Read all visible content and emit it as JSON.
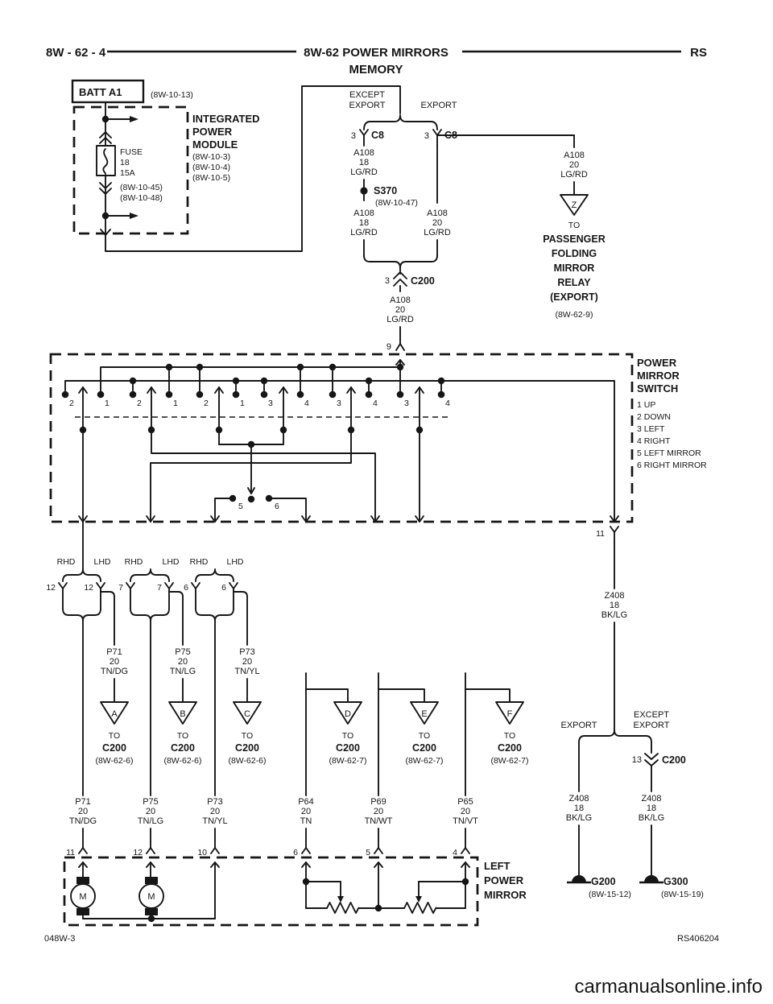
{
  "header": {
    "page_code": "8W - 62 - 4",
    "title": "8W-62 POWER MIRRORS",
    "subtitle": "MEMORY",
    "series_code": "RS"
  },
  "battery": {
    "label": "BATT A1",
    "ref": "(8W-10-13)"
  },
  "ipm": {
    "name": [
      "INTEGRATED",
      "POWER",
      "MODULE"
    ],
    "refs": [
      "(8W-10-3)",
      "(8W-10-4)",
      "(8W-10-5)"
    ],
    "fuse": {
      "label": "FUSE",
      "number": "18",
      "rating": "15A",
      "ref1": "(8W-10-45)",
      "ref2": "(8W-10-48)"
    }
  },
  "feed": {
    "except_export": [
      "EXCEPT",
      "EXPORT"
    ],
    "export": "EXPORT",
    "c8_left": {
      "pin": "3",
      "name": "C8"
    },
    "c8_right": {
      "pin": "3",
      "name": "C8"
    },
    "wire_left_upper": [
      "A108",
      "18",
      "LG/RD"
    ],
    "splice": {
      "name": "S370",
      "ref": "(8W-10-47)"
    },
    "wire_left_lower": [
      "A108",
      "18",
      "LG/RD"
    ],
    "wire_right": [
      "A108",
      "20",
      "LG/RD"
    ],
    "c200": {
      "pin": "3",
      "name": "C200"
    },
    "wire_merged": [
      "A108",
      "20",
      "LG/RD"
    ],
    "switch_pin": "9"
  },
  "relay": {
    "wire": [
      "A108",
      "20",
      "LG/RD"
    ],
    "triangle": "Z",
    "to": "TO",
    "dest": [
      "PASSENGER",
      "FOLDING",
      "MIRROR",
      "RELAY",
      "(EXPORT)"
    ],
    "ref": "(8W-62-9)"
  },
  "switch": {
    "title": [
      "POWER",
      "MIRROR",
      "SWITCH"
    ],
    "legend": [
      "1 UP",
      "2 DOWN",
      "3 LEFT",
      "4 RIGHT",
      "5 LEFT MIRROR",
      "6 RIGHT MIRROR"
    ],
    "contacts": [
      "2",
      "1",
      "2",
      "1",
      "2",
      "1",
      "3",
      "4",
      "3",
      "4",
      "3",
      "4"
    ],
    "sel_left": "5",
    "sel_right": "6"
  },
  "groups": [
    {
      "rhd": "RHD",
      "lhd": "LHD",
      "pin_rhd": "12",
      "pin_lhd": "12",
      "branch_wire": [
        "P71",
        "20",
        "TN/DG"
      ],
      "tri": "A",
      "to": "TO",
      "conn": "C200",
      "ref": "(8W-62-6)",
      "wire": [
        "P71",
        "20",
        "TN/DG"
      ],
      "pin": "11"
    },
    {
      "rhd": "RHD",
      "lhd": "LHD",
      "pin_rhd": "7",
      "pin_lhd": "7",
      "branch_wire": [
        "P75",
        "20",
        "TN/LG"
      ],
      "tri": "B",
      "to": "TO",
      "conn": "C200",
      "ref": "(8W-62-6)",
      "wire": [
        "P75",
        "20",
        "TN/LG"
      ],
      "pin": "12"
    },
    {
      "rhd": "RHD",
      "lhd": "LHD",
      "pin_rhd": "6",
      "pin_lhd": "6",
      "branch_wire": [
        "P73",
        "20",
        "TN/YL"
      ],
      "tri": "C",
      "to": "TO",
      "conn": "C200",
      "ref": "(8W-62-6)",
      "wire": [
        "P73",
        "20",
        "TN/YL"
      ],
      "pin": "10"
    }
  ],
  "feeds_right": [
    {
      "tri": "D",
      "to": "TO",
      "conn": "C200",
      "ref": "(8W-62-7)",
      "wire": [
        "P64",
        "20",
        "TN"
      ],
      "pin": "6"
    },
    {
      "tri": "E",
      "to": "TO",
      "conn": "C200",
      "ref": "(8W-62-7)",
      "wire": [
        "P69",
        "20",
        "TN/WT"
      ],
      "pin": "5"
    },
    {
      "tri": "F",
      "to": "TO",
      "conn": "C200",
      "ref": "(8W-62-7)",
      "wire": [
        "P65",
        "20",
        "TN/VT"
      ],
      "pin": "4"
    }
  ],
  "mirror": {
    "title": [
      "LEFT",
      "POWER",
      "MIRROR"
    ],
    "motor": "M"
  },
  "ground": {
    "pin": "11",
    "wire_top": [
      "Z408",
      "18",
      "BK/LG"
    ],
    "export": "EXPORT",
    "except_export": [
      "EXCEPT",
      "EXPORT"
    ],
    "c200": {
      "pin": "13",
      "name": "C200"
    },
    "wire_left": [
      "Z408",
      "18",
      "BK/LG"
    ],
    "wire_right": [
      "Z408",
      "18",
      "BK/LG"
    ],
    "g200": {
      "name": "G200",
      "ref": "(8W-15-12)"
    },
    "g300": {
      "name": "G300",
      "ref": "(8W-15-19)"
    }
  },
  "footer": {
    "code_left": "048W-3",
    "code_right": "RS406204",
    "watermark": "carmanualsonline.info"
  }
}
